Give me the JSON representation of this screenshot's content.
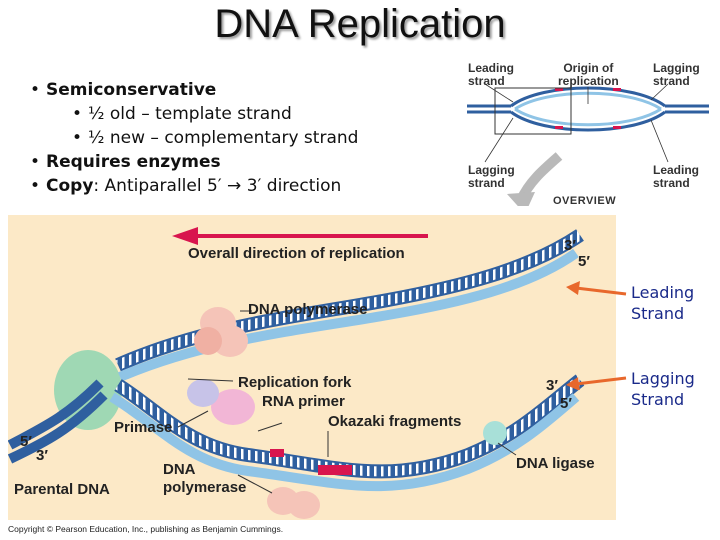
{
  "title": "DNA Replication",
  "bullets": {
    "b1_bold": "Semiconservative",
    "b1a": "½ old – template strand",
    "b1b": "½ new – complementary strand",
    "b2_bold": "Requires enzymes",
    "b3_bold": "Copy",
    "b3_rest": ":  Antiparallel  5′ → 3′ direction"
  },
  "overview": {
    "leading_top": "Leading\nstrand",
    "origin": "Origin of\nreplication",
    "lagging_top": "Lagging\nstrand",
    "lagging_bottom": "Lagging\nstrand",
    "leading_bottom": "Leading\nstrand",
    "caption": "OVERVIEW"
  },
  "diagram": {
    "overall_direction": "Overall direction of replication",
    "dna_polymerase_top": "DNA polymerase",
    "replication_fork": "Replication fork",
    "rna_primer": "RNA primer",
    "okazaki": "Okazaki fragments",
    "primase": "Primase",
    "dna_polymerase_bottom": "DNA\npolymerase",
    "parental_dna": "Parental DNA",
    "dna_ligase": "DNA ligase",
    "end_3_top": "3′",
    "end_5_top": "5′",
    "end_3_mid": "3′",
    "end_5_mid": "5′",
    "end_5_left": "5′",
    "end_3_left": "3′"
  },
  "side_labels": {
    "leading": "Leading\nStrand",
    "lagging": "Lagging\nStrand"
  },
  "copyright": "Copyright © Pearson Education, Inc., publishing as Benjamin Cummings.",
  "colors": {
    "background": "#fce9c7",
    "parental_strand": "#2f5f9f",
    "new_strand": "#8fc4e6",
    "primer": "#d8154e",
    "arrow_direction": "#d8154e",
    "side_arrows": "#e8682c",
    "side_text": "#1a2a8a"
  }
}
